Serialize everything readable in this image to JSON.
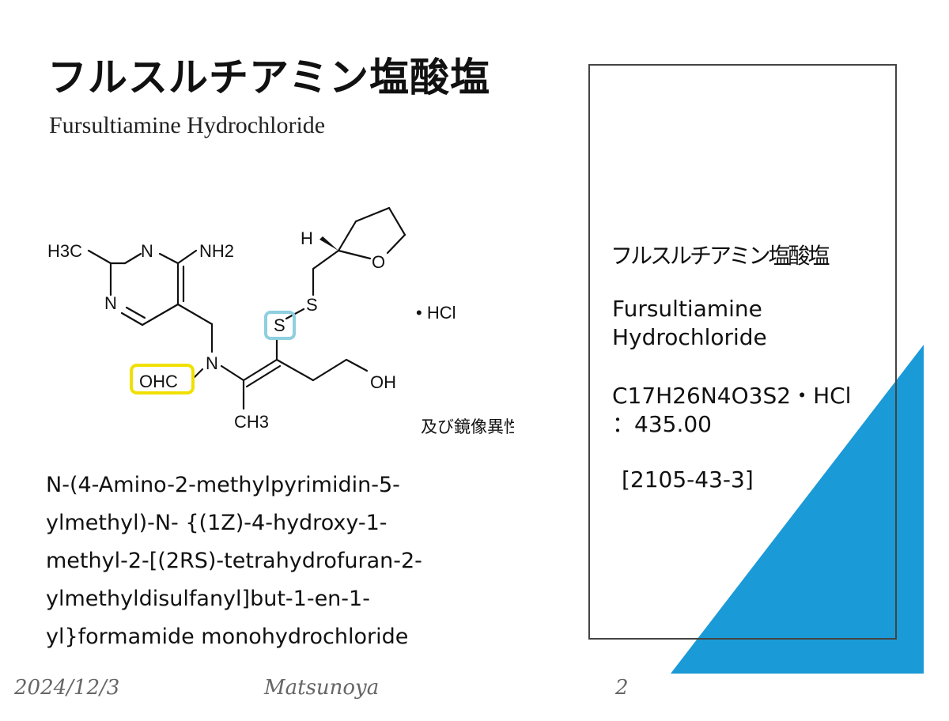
{
  "slide": {
    "title": "フルスルチアミン塩酸塩",
    "subtitle": "Fursultiamine Hydrochloride"
  },
  "structure": {
    "labels": {
      "h3c": "H3C",
      "n_top": "N",
      "nh2": "NH2",
      "n_left": "N",
      "n_amide": "N",
      "ohc": "OHC",
      "s_ring": "S",
      "s_chain": "S",
      "h": "H",
      "o": "O",
      "oh": "OH",
      "ch3": "CH3",
      "hcl": "• HCl",
      "enantiomer": "及び鏡像異性体"
    },
    "colors": {
      "ohc_highlight": "#f0e000",
      "s_highlight": "#8ecfe0"
    }
  },
  "iupac_lines": [
    "N-(4-Amino-2-methylpyrimidin-5-",
    "ylmethyl)-N- {(1Z)-4-hydroxy-1-",
    "methyl-2-[(2RS)-tetrahydrofuran-2-",
    "ylmethyldisulfanyl]but-1-en-1-",
    "yl}formamide monohydrochloride"
  ],
  "info": {
    "name_jp": "フルスルチアミン塩酸塩",
    "name_en_1": "Fursultiamine",
    "name_en_2": "Hydrochloride",
    "formula": "C17H26N4O3S2・HCl",
    "weight": "：435.00",
    "cas": "[2105-43-3]"
  },
  "footer": {
    "date": "2024/12/3",
    "author": "Matsunoya",
    "page": "2"
  },
  "colors": {
    "accent_triangle": "#1a9ad6",
    "box_border": "#444444"
  }
}
